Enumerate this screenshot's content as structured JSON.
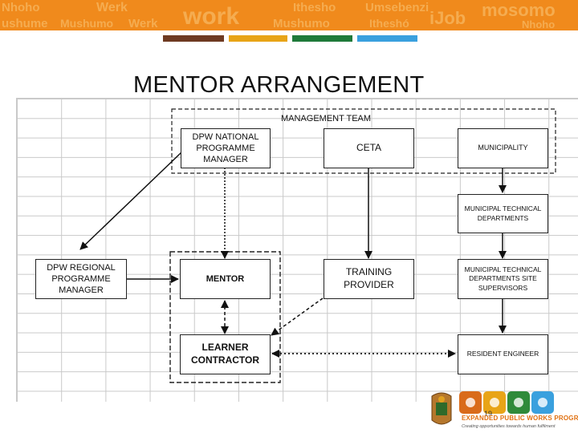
{
  "banner": {
    "watermark_words": [
      "Nhoho",
      "Werk",
      "work",
      "Ithesho",
      "Umsebenzi",
      "Mushumo",
      "Itheshó",
      "iJob",
      "mosomo",
      "Nhoho",
      "ushume",
      "Mushumo",
      "Werk"
    ]
  },
  "stripe_colors": [
    "#6e3a22",
    "#e8a417",
    "#1f7a3a",
    "#3aa0de"
  ],
  "title": "MENTOR ARRANGEMENT",
  "management_team_label": "MANAGEMENT TEAM",
  "boxes": {
    "dpw_national": "DPW NATIONAL\nPROGRAMME\nMANAGER",
    "ceta": "CETA",
    "municipality": "MUNICIPALITY",
    "municipal_technical_departments": "MUNICIPAL TECHNICAL\nDEPARTMENTS",
    "dpw_regional": "DPW REGIONAL\nPROGRAMME\nMANAGER",
    "mentor": "MENTOR",
    "training_provider": "TRAINING\nPROVIDER",
    "municipal_site_supervisors": "MUNICIPAL TECHNICAL\nDEPARTMENTS SITE\nSUPERVISORS",
    "learner_contractor": "LEARNER\nCONTRACTOR",
    "resident_engineer": "RESIDENT ENGINEER"
  },
  "page_number": "19",
  "footer": {
    "programme_name": "EXPANDED PUBLIC WORKS PROGRAMME",
    "tagline": "Creating opportunities towards human fulfilment"
  }
}
